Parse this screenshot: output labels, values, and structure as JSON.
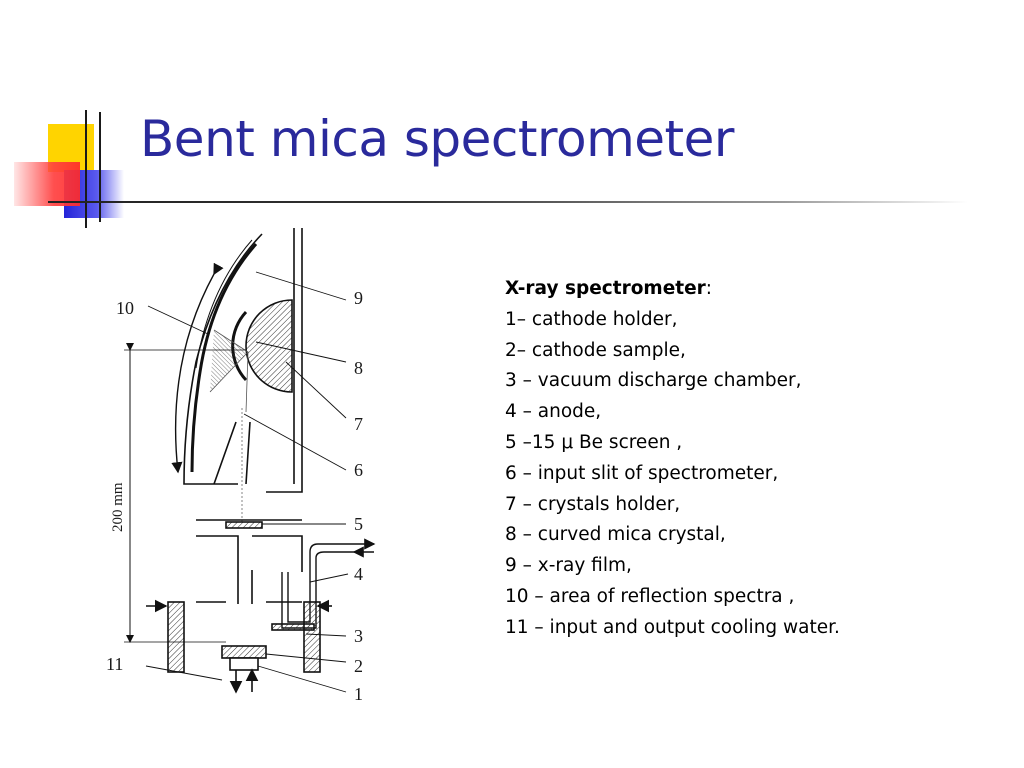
{
  "slide": {
    "title": "Bent mica spectrometer"
  },
  "diagram": {
    "scale_label": "200 mm",
    "callouts": [
      "1",
      "2",
      "3",
      "4",
      "5",
      "6",
      "7",
      "8",
      "9",
      "10",
      "11"
    ]
  },
  "legend": {
    "heading": "X-ray spectrometer",
    "heading_suffix": ":",
    "items": [
      "1– cathode holder,",
      "2– cathode sample,",
      "3 – vacuum discharge chamber,",
      "4 – anode,",
      "5 –15 μ Be screen ,",
      "6 – input slit of spectrometer,",
      "7 – crystals holder,",
      "8 – curved mica crystal,",
      "9 – x-ray film,",
      "10 – area of reflection spectra ,",
      "11 – input and output cooling water."
    ]
  },
  "colors": {
    "title": "#2a2a9c",
    "accent_yellow": "#ffd400",
    "accent_blue": "#2424d8",
    "accent_red": "#ff4040"
  }
}
